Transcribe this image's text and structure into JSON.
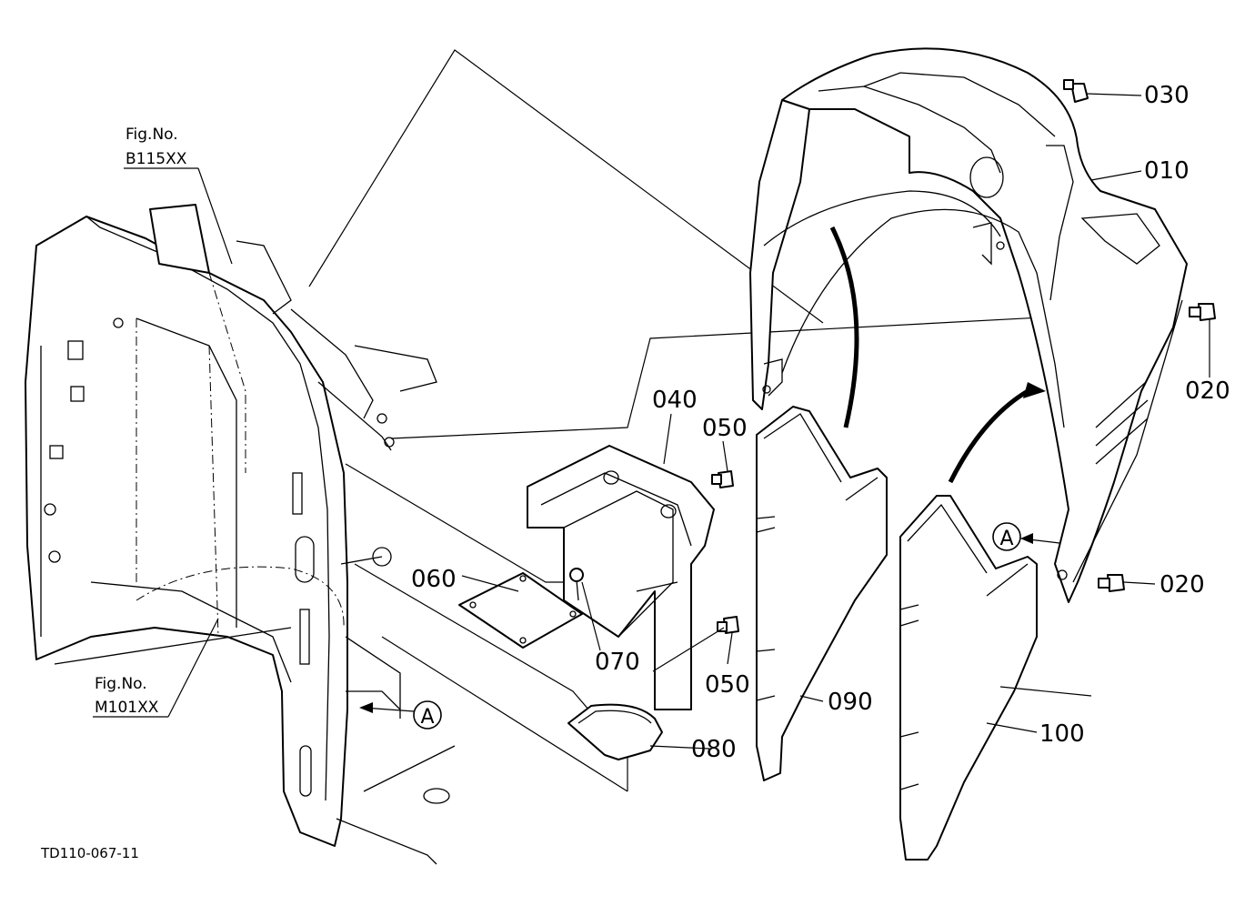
{
  "labels": {
    "p010": "010",
    "p020_a": "020",
    "p020_b": "020",
    "p030": "030",
    "p040": "040",
    "p050_a": "050",
    "p050_b": "050",
    "p060": "060",
    "p070": "070",
    "p080": "080",
    "p090": "090",
    "p100": "100"
  },
  "refs": {
    "fig_label_1": "Fig.No.",
    "fig_ref_1": "B115XX",
    "fig_label_2": "Fig.No.",
    "fig_ref_2": "M101XX"
  },
  "markers": {
    "view_a_left": "A",
    "view_a_right": "A"
  },
  "drawing_code": "TD110-067-11"
}
